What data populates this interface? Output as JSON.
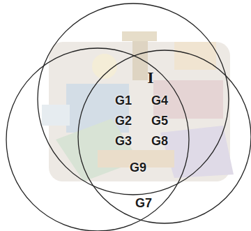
{
  "diagram": {
    "labels": [
      "I",
      "G1",
      "G4",
      "G2",
      "G5",
      "G3",
      "G8",
      "G9",
      "G7"
    ]
  }
}
